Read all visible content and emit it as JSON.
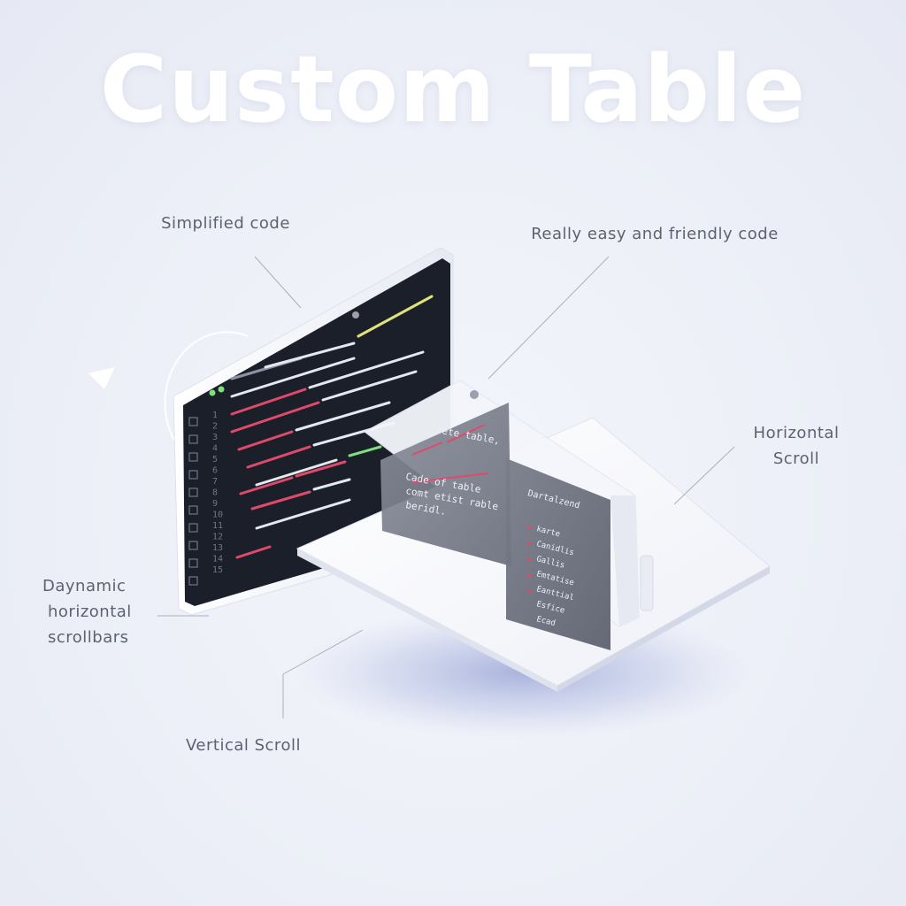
{
  "title": "Custom Table",
  "callouts": {
    "simplified_code": "Simplified code",
    "easy_friendly": "Really easy and friendly code",
    "horizontal_scroll": [
      "Horizontal",
      "Scroll"
    ],
    "dynamic_scrollbars": [
      "Daynamic",
      "horizontal",
      "scrollbars"
    ],
    "vertical_scroll": "Vertical Scroll"
  },
  "code_monitor": {
    "line_numbers": [
      "1",
      "2",
      "3",
      "4",
      "5",
      "6",
      "7",
      "8",
      "9",
      "10",
      "11",
      "12",
      "13",
      "14",
      "15"
    ]
  },
  "table_panel": {
    "front_header": "Crete table,",
    "front_lines": [
      "Cade of table",
      "comt etist rable",
      "beridl."
    ],
    "side_header": "Dartalzend",
    "side_items": [
      "karte",
      "Canidlis",
      "Gallis",
      "Emtatise",
      "Eanttial",
      "Esfice",
      "Ecad"
    ]
  },
  "colors": {
    "monitor_bg": "#1b1f2a",
    "code_red": "#e04a6a",
    "code_white": "#e6e8ef",
    "code_yellow": "#e2e27a",
    "code_green": "#7ee07a",
    "panel_glass": "#7e828f",
    "platform": "#f8f9fc"
  }
}
